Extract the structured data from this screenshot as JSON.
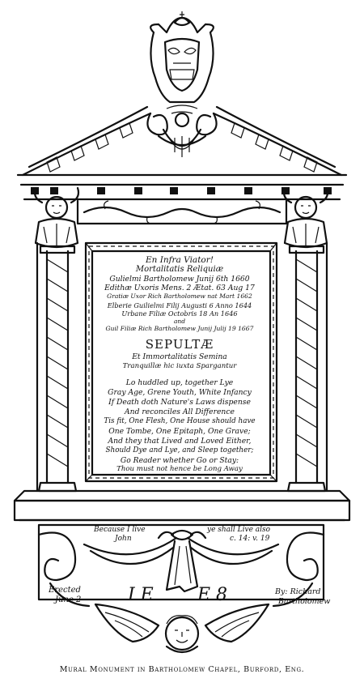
{
  "panel": {
    "lines": [
      "En Infra Viator!",
      "Mortalitatis Reliquiæ",
      "Gulielmi Bartholomew Junij 6th 1660",
      "Edithæ Uxoris Mens. 2 Ætat. 63 Aug 17",
      "Gratiæ Uxor Rich Bartholomew nat Mart 1662",
      "Elberie Guilielmi Filij Augusti 6 Anno 1644",
      "Urbane Filiæ Octobris 18 An 1646",
      "and",
      "Guil Filiæ Rich Bartholomew Junij Julij 19 1667",
      "SEPULTÆ",
      "Et Immortalitatis Semina",
      "Tranquillæ hic iuxta Spargantur",
      "Lo huddled up, together Lye",
      "Gray Age, Grene Youth, White Infancy",
      "If Death doth Nature's Laws dispense",
      "And reconciles All Difference",
      "Tis fit, One Flesh, One House should have",
      "One Tombe, One Epitaph, One Grave;",
      "And they that Lived and Loved Either,",
      "Should Dye and Lye, and Sleep together;",
      "Go Reader whether Go or Stay:",
      "Thou must not hence be Long Away"
    ]
  },
  "lower": {
    "left_scroll": "Because I live",
    "left_name": "John",
    "right_scroll": "ye shall Live also",
    "right_ref": "c. 14: v. 19",
    "initial_left": "I E",
    "initial_right": "E 8",
    "erected": "Erected",
    "erected_date": "June 2",
    "by_line": "By: Richard",
    "by_name": "Bartholomew"
  },
  "caption": "Mural Monument in Bartholomew Chapel, Burford, Eng."
}
